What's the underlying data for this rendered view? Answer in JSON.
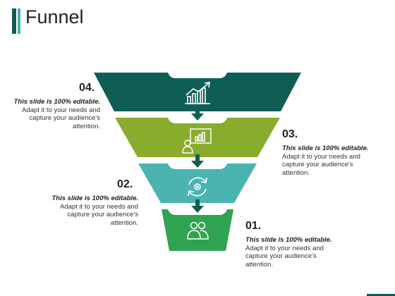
{
  "title": "Funnel",
  "colors": {
    "accent_dark": "#0f5e55",
    "accent_light": "#45b1ab",
    "stage_04": "#0f5e55",
    "stage_03": "#8aac2c",
    "stage_02": "#4bb4b1",
    "stage_01": "#2fa351",
    "arrow": "#0f5e55",
    "icon_stroke": "#ffffff"
  },
  "stages": [
    {
      "number": "04.",
      "icon": "growth-chart-icon",
      "lead": "This slide is 100% editable.",
      "body": "Adapt it to your needs and capture your audience's attention."
    },
    {
      "number": "03.",
      "icon": "presentation-icon",
      "lead": "This slide is 100% editable.",
      "body": "Adapt it to your needs and capture your audience's attention."
    },
    {
      "number": "02.",
      "icon": "refresh-gear-icon",
      "lead": "This slide is 100% editable.",
      "body": "Adapt it to your needs and capture your audience's attention."
    },
    {
      "number": "01.",
      "icon": "people-icon",
      "lead": "This slide is 100% editable.",
      "body": "Adapt it to your needs and capture your audience's attention."
    }
  ]
}
